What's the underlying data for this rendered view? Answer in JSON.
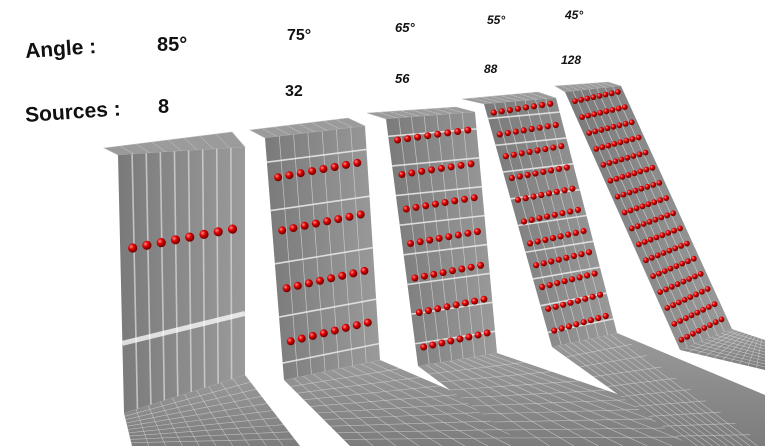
{
  "labels": {
    "angle": "Angle :",
    "sources": "Sources :"
  },
  "panels": [
    {
      "angle": "85°",
      "sources": "8"
    },
    {
      "angle": "75°",
      "sources": "32"
    },
    {
      "angle": "65°",
      "sources": "56"
    },
    {
      "angle": "55°",
      "sources": "88"
    },
    {
      "angle": "45°",
      "sources": "128"
    }
  ],
  "colors": {
    "panel": "#8c8c8c",
    "panel_dark": "#6e6e6e",
    "floor": "#8a8a8a",
    "grid": "#d8d8d8",
    "source": "#d60000"
  }
}
